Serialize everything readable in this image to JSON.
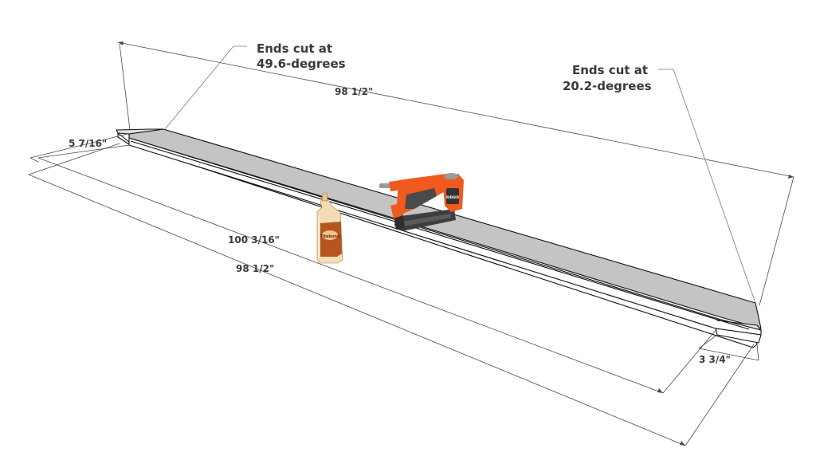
{
  "annotations": {
    "left_end_line1": "Ends cut at",
    "left_end_line2": "49.6-degrees",
    "right_end_line1": "Ends cut at",
    "right_end_line2": "20.2-degrees"
  },
  "dimensions": {
    "top_length": "98 1/2\"",
    "width": "5 7/16\"",
    "middle_length": "100 3/16\"",
    "bottom_length": "98 1/2\"",
    "depth": "3 3/4\""
  },
  "tools": {
    "glue_label": "Titebond",
    "nailer_label": "RIDGID"
  },
  "colors": {
    "board_top": "#c4c4c4",
    "board_side": "#ffffff",
    "nailer_body": "#f05a1e",
    "nailer_dark": "#4a4a4a",
    "glue_bottle": "#f0d8b0",
    "glue_label": "#b5561e"
  }
}
